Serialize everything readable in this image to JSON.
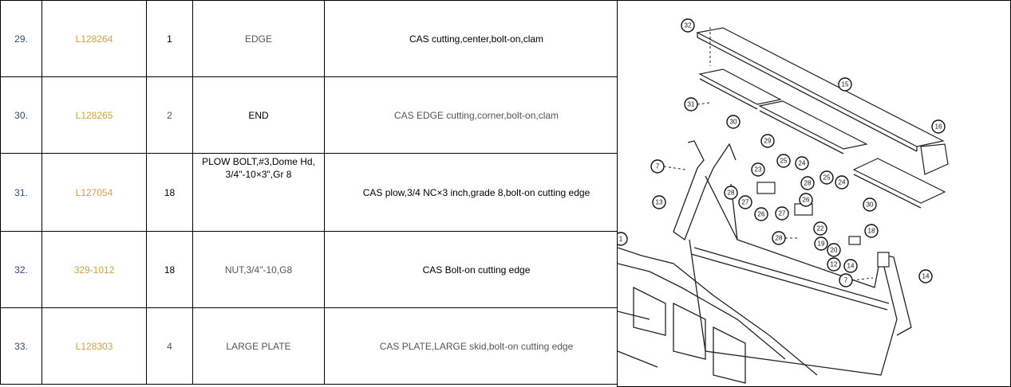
{
  "rows": [
    {
      "num": "29.",
      "part": "L128264",
      "qty": "1",
      "name": "EDGE",
      "desc": "CAS cutting,center,bolt-on,clam"
    },
    {
      "num": "30.",
      "part": "L128265",
      "qty": "2",
      "name": "END",
      "desc": "CAS EDGE cutting,corner,bolt-on,clam"
    },
    {
      "num": "31.",
      "part": "L127054",
      "qty": "18",
      "name": "PLOW BOLT,#3,Dome Hd, 3/4\"-10×3\",Gr 8",
      "desc": "CAS plow,3/4 NC×3 inch,grade 8,bolt-on cutting edge"
    },
    {
      "num": "32.",
      "part": "329-1012",
      "qty": "18",
      "name": "NUT,3/4\"-10,G8",
      "desc": "CAS Bolt-on cutting edge"
    },
    {
      "num": "33.",
      "part": "L128303",
      "qty": "4",
      "name": "LARGE PLATE",
      "desc": "CAS PLATE,LARGE skid,bolt-on cutting edge"
    }
  ],
  "callouts": {
    "c32": "32",
    "c15": "15",
    "c31": "31",
    "c30a": "30",
    "c16": "16",
    "c29": "29",
    "c7a": "7",
    "c23a": "23",
    "c25a": "25",
    "c24a": "24",
    "c28a": "28",
    "c26a": "26",
    "c27a": "27",
    "c27b": "27",
    "c28b": "28",
    "c26b": "26",
    "c25b": "25",
    "c24b": "24",
    "c30b": "30",
    "c13": "13",
    "c22": "22",
    "c28c": "28",
    "c18": "18",
    "c19": "19",
    "c20": "20",
    "c12": "12",
    "c14a": "14",
    "c7b": "7",
    "c14b": "14",
    "c1": "1"
  }
}
